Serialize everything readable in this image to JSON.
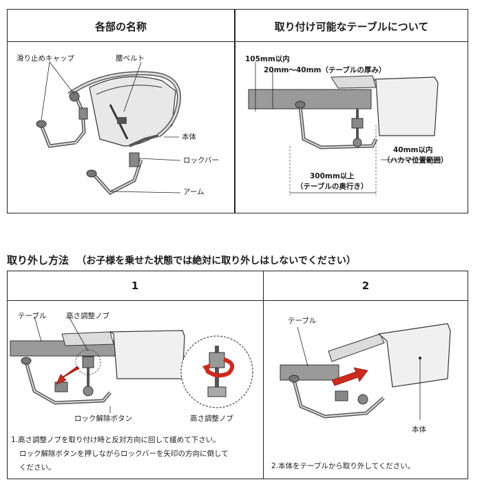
{
  "top_left": {
    "heading": "各部の名称",
    "labels": {
      "anti_slip_cap": "滑り止めキャップ",
      "waist_belt": "腰ベルト",
      "body": "本体",
      "lock_bar": "ロックバー",
      "arm": "アーム"
    }
  },
  "top_right": {
    "heading": "取り付け可能なテーブルについて",
    "labels": {
      "max_height": "105mm以内",
      "thickness": "20mm〜40mm（テーブルの厚み）",
      "hakama_width": "40mm以内",
      "hakama_range": "（ハカマ位置範囲）",
      "depth": "300mm以上",
      "depth_note": "（テーブルの奥行き）"
    }
  },
  "removal": {
    "title": "取り外し方法",
    "warning": "（お子様を乗せた状態では絶対に取り外しはしないでください）",
    "step1": {
      "number": "1",
      "table_label": "テーブル",
      "knob_label": "高さ調整ノブ",
      "release_button_label": "ロック解除ボタン",
      "zoom_knob_label": "高さ調整ノブ",
      "instruction_line1": "1.高さ調整ノブを取り付け時と反対方向に回して緩めて下さい。",
      "instruction_line2": "ロック解除ボタンを押しながらロックバーを矢印の方向に倒して",
      "instruction_line3": "ください。"
    },
    "step2": {
      "number": "2",
      "table_label": "テーブル",
      "body_label": "本体",
      "instruction": "2.本体をテーブルから取り外してください。"
    }
  },
  "colors": {
    "arrow_red": "#cc2a1e",
    "table_gray": "#9a9a9a",
    "line": "#222222"
  }
}
